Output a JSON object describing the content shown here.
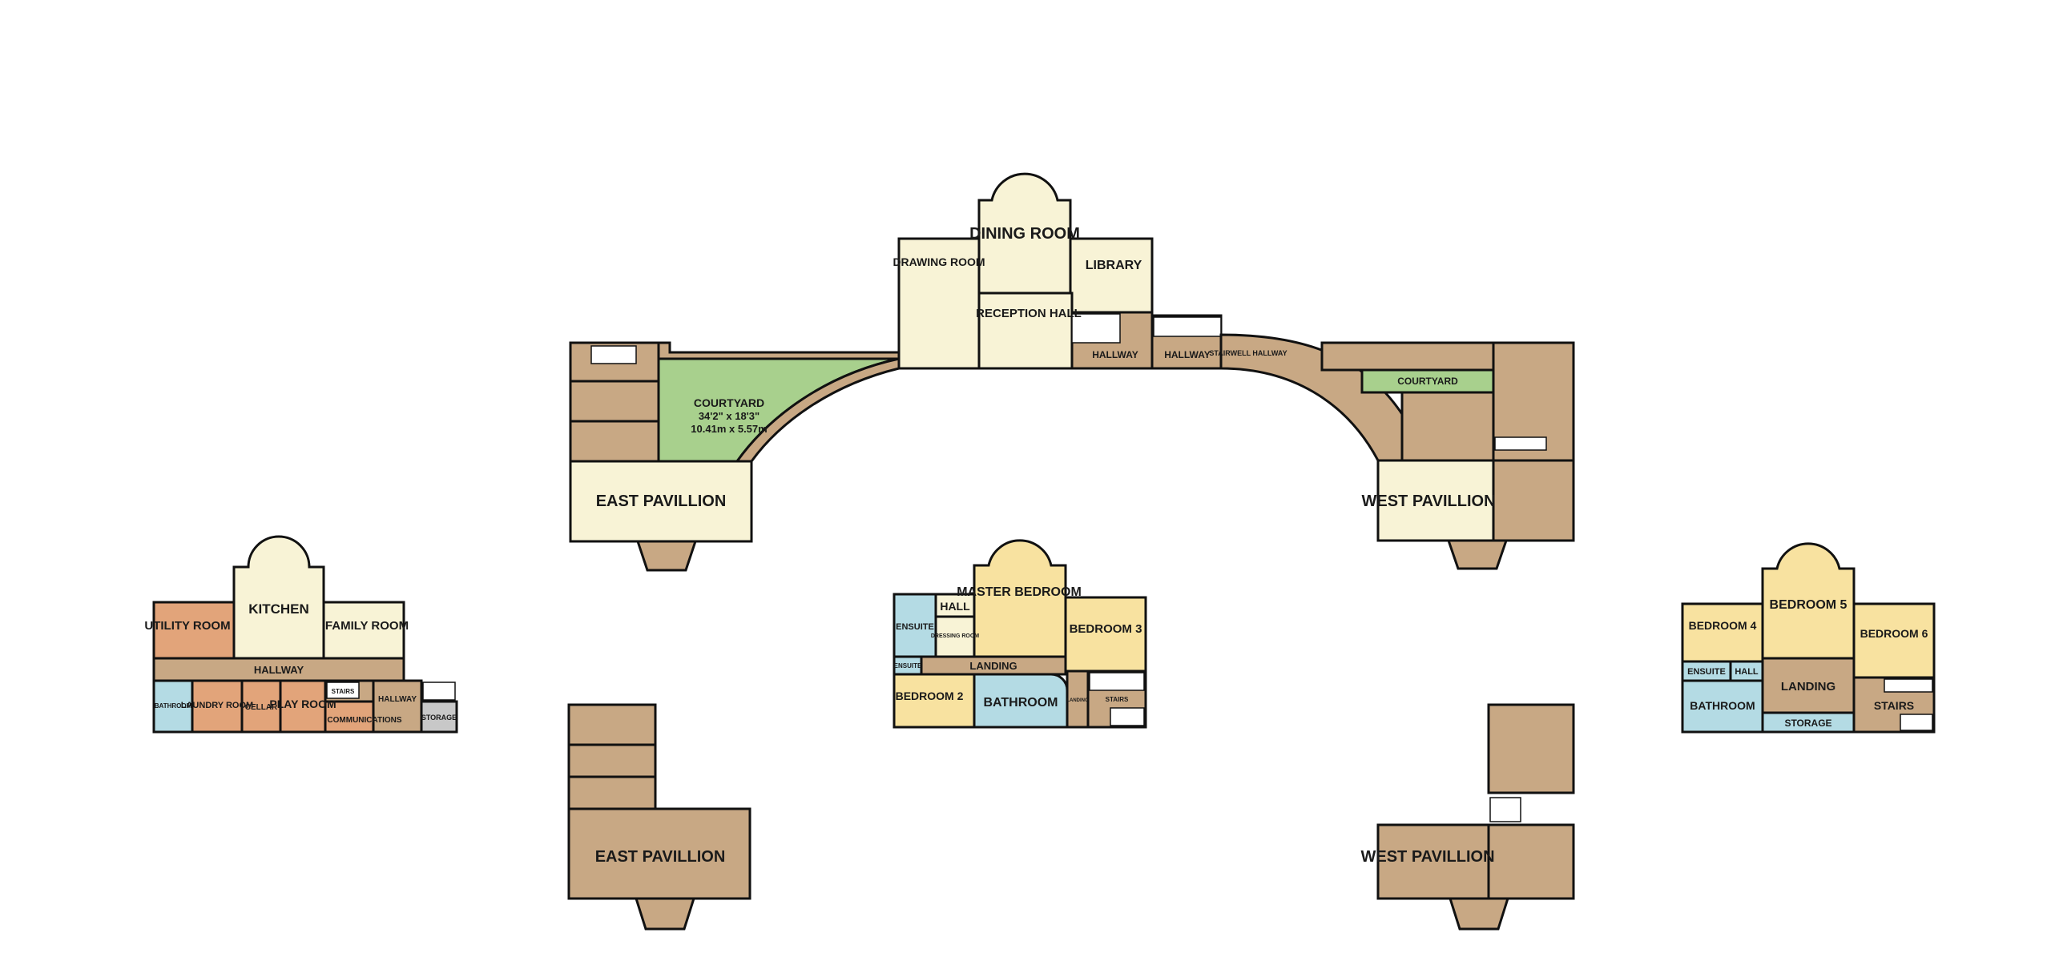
{
  "colors": {
    "cream": "#f8f3d6",
    "tan": "#c8a884",
    "green": "#a8d08d",
    "orange": "#e2a47a",
    "yellow": "#f8e2a0",
    "blue": "#b4dbe4",
    "pale_yellow": "#fbf0c4",
    "grey": "#c8c8c8",
    "wall": "#111111"
  },
  "rooms": {
    "dining_room": "DINING ROOM",
    "drawing_room": "DRAWING ROOM",
    "library": "LIBRARY",
    "reception_hall": "RECEPTION HALL",
    "hallway_1": "HALLWAY",
    "hallway_2": "HALLWAY",
    "stairwell_hallway": "STAIRWELL HALLWAY",
    "courtyard_large": "COURTYARD",
    "courtyard_dims_imperial": "34'2\"  x 18'3\"",
    "courtyard_dims_metric": "10.41m  x 5.57m",
    "courtyard_small": "COURTYARD",
    "east_pavillion_ground": "EAST PAVILLION",
    "west_pavillion_ground": "WEST PAVILLION",
    "kitchen": "KITCHEN",
    "utility_room": "UTILITY ROOM",
    "family_room": "FAMILY ROOM",
    "hallway_lower": "HALLWAY",
    "bathroom_lower": "BATHROOM",
    "laundry_room": "LAUNDRY ROOM",
    "cellar": "CELLAR",
    "play_room": "PLAY ROOM",
    "communications": "COMMUNICATIONS",
    "stairs_lower": "STAIRS",
    "hallway_lower_2": "HALLWAY",
    "storage_lower": "STORAGE",
    "master_bedroom": "MASTER BEDROOM",
    "hall_first": "HALL",
    "ensuite_first": "ENSUITE",
    "dressing_room": "DRESSING ROOM",
    "ensuite_first_2": "ENSUITE",
    "bedroom_3": "BEDROOM 3",
    "landing_first": "LANDING",
    "bedroom_2": "BEDROOM 2",
    "bathroom_first": "BATHROOM",
    "landing_small": "LANDING",
    "stairs_first": "STAIRS",
    "east_pavillion_upper": "EAST PAVILLION",
    "west_pavillion_upper": "WEST PAVILLION",
    "bedroom_4": "BEDROOM 4",
    "bedroom_5": "BEDROOM 5",
    "bedroom_6": "BEDROOM 6",
    "ensuite_second": "ENSUITE",
    "hall_second": "HALL",
    "landing_second": "LANDING",
    "bathroom_second": "BATHROOM",
    "storage_second": "STORAGE",
    "stairs_second": "STAIRS"
  }
}
